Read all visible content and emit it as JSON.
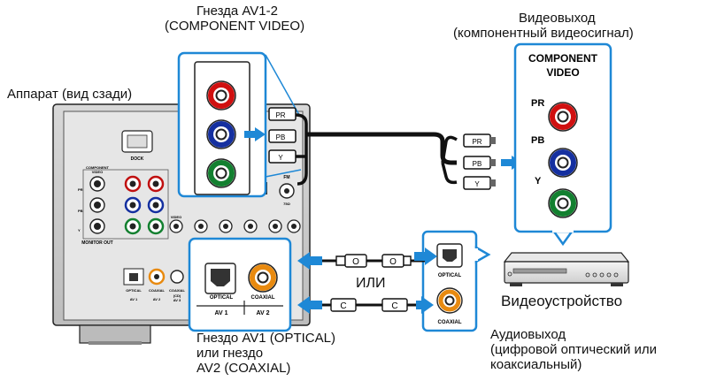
{
  "labels": {
    "jack_av12_line1": "Гнезда AV1-2",
    "jack_av12_line2": "(COMPONENT VIDEO)",
    "unit_rear": "Аппарат (вид сзади)",
    "video_out_line1": "Видеовыход",
    "video_out_line2": "(компонентный видеосигнал)",
    "video_device": "Видеоустройство",
    "or": "ИЛИ",
    "audio_jack_line1": "Гнездо AV1 (OPTICAL)",
    "audio_jack_line2": "или гнездо",
    "audio_jack_line3": "AV2 (COAXIAL)",
    "audio_out_line1": "Аудиовыход",
    "audio_out_line2": "(цифровой оптический или",
    "audio_out_line3": "коаксиальный)"
  },
  "panel": {
    "component_title_1": "COMPONENT",
    "component_title_2": "VIDEO",
    "pr": "PR",
    "pb": "PB",
    "y": "Y",
    "optical": "OPTICAL",
    "coaxial": "COAXIAL",
    "av1": "AV 1",
    "av2": "AV 2"
  },
  "unit_labels": {
    "dock": "DOCK",
    "component_video_1": "COMPONENT",
    "component_video_2": "VIDEO",
    "monitor_out": "MONITOR OUT",
    "video": "VIDEO",
    "fm": "FM",
    "ohm": "75Ω",
    "optical": "OPTICAL",
    "coaxial": "COAXIAL",
    "av1": "AV 1",
    "av2": "AV 2",
    "av3": "AV 3",
    "cd": "(CD)",
    "pr": "PR",
    "pb": "PB",
    "y": "Y"
  },
  "plugs": {
    "pr": "PR",
    "pb": "PB",
    "y": "Y",
    "optical_plug": "O",
    "coaxial_plug": "C"
  },
  "colors": {
    "arrow_blue": "#1e88d6",
    "frame_blue": "#1e88d6",
    "red": "#d01010",
    "blue": "#1530a0",
    "green": "#138030",
    "orange": "#e88a10",
    "unit_gray": "#c9c9c9"
  }
}
